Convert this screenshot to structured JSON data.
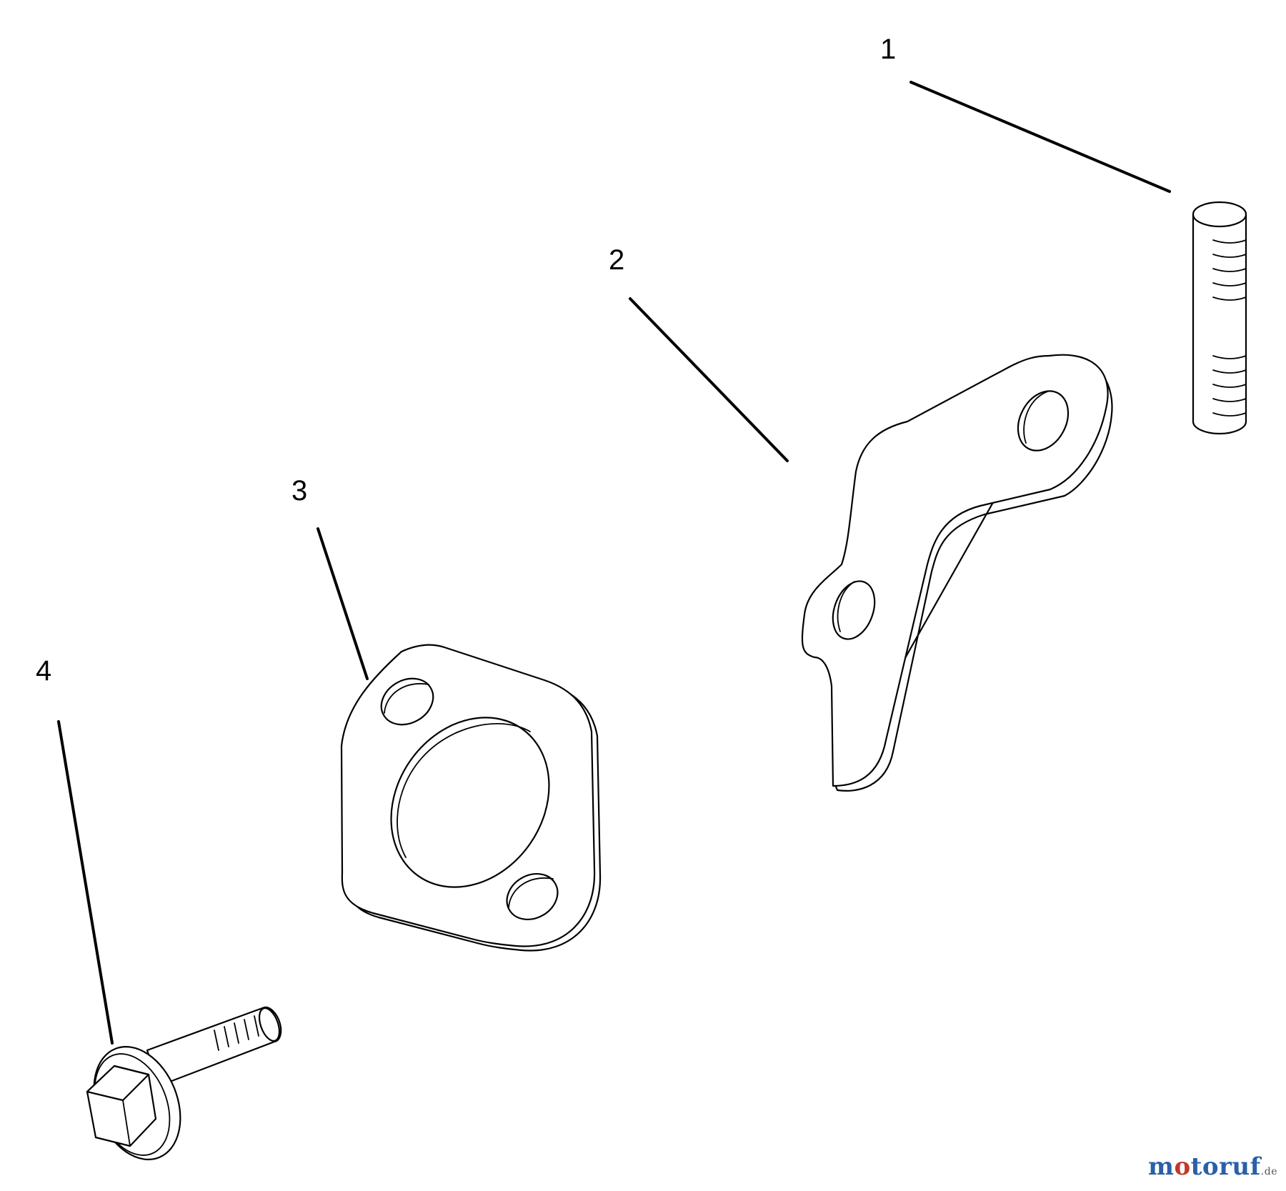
{
  "callouts": [
    {
      "id": "1",
      "label": "1"
    },
    {
      "id": "2",
      "label": "2"
    },
    {
      "id": "3",
      "label": "3"
    },
    {
      "id": "4",
      "label": "4"
    }
  ],
  "parts": [
    {
      "callout": "1",
      "icon": "threaded-stud-icon"
    },
    {
      "callout": "2",
      "icon": "bracket-plate-icon"
    },
    {
      "callout": "3",
      "icon": "flange-gasket-icon"
    },
    {
      "callout": "4",
      "icon": "hex-flange-bolt-icon"
    }
  ],
  "watermark": {
    "text": "motoruf",
    "suffix": ".de"
  }
}
